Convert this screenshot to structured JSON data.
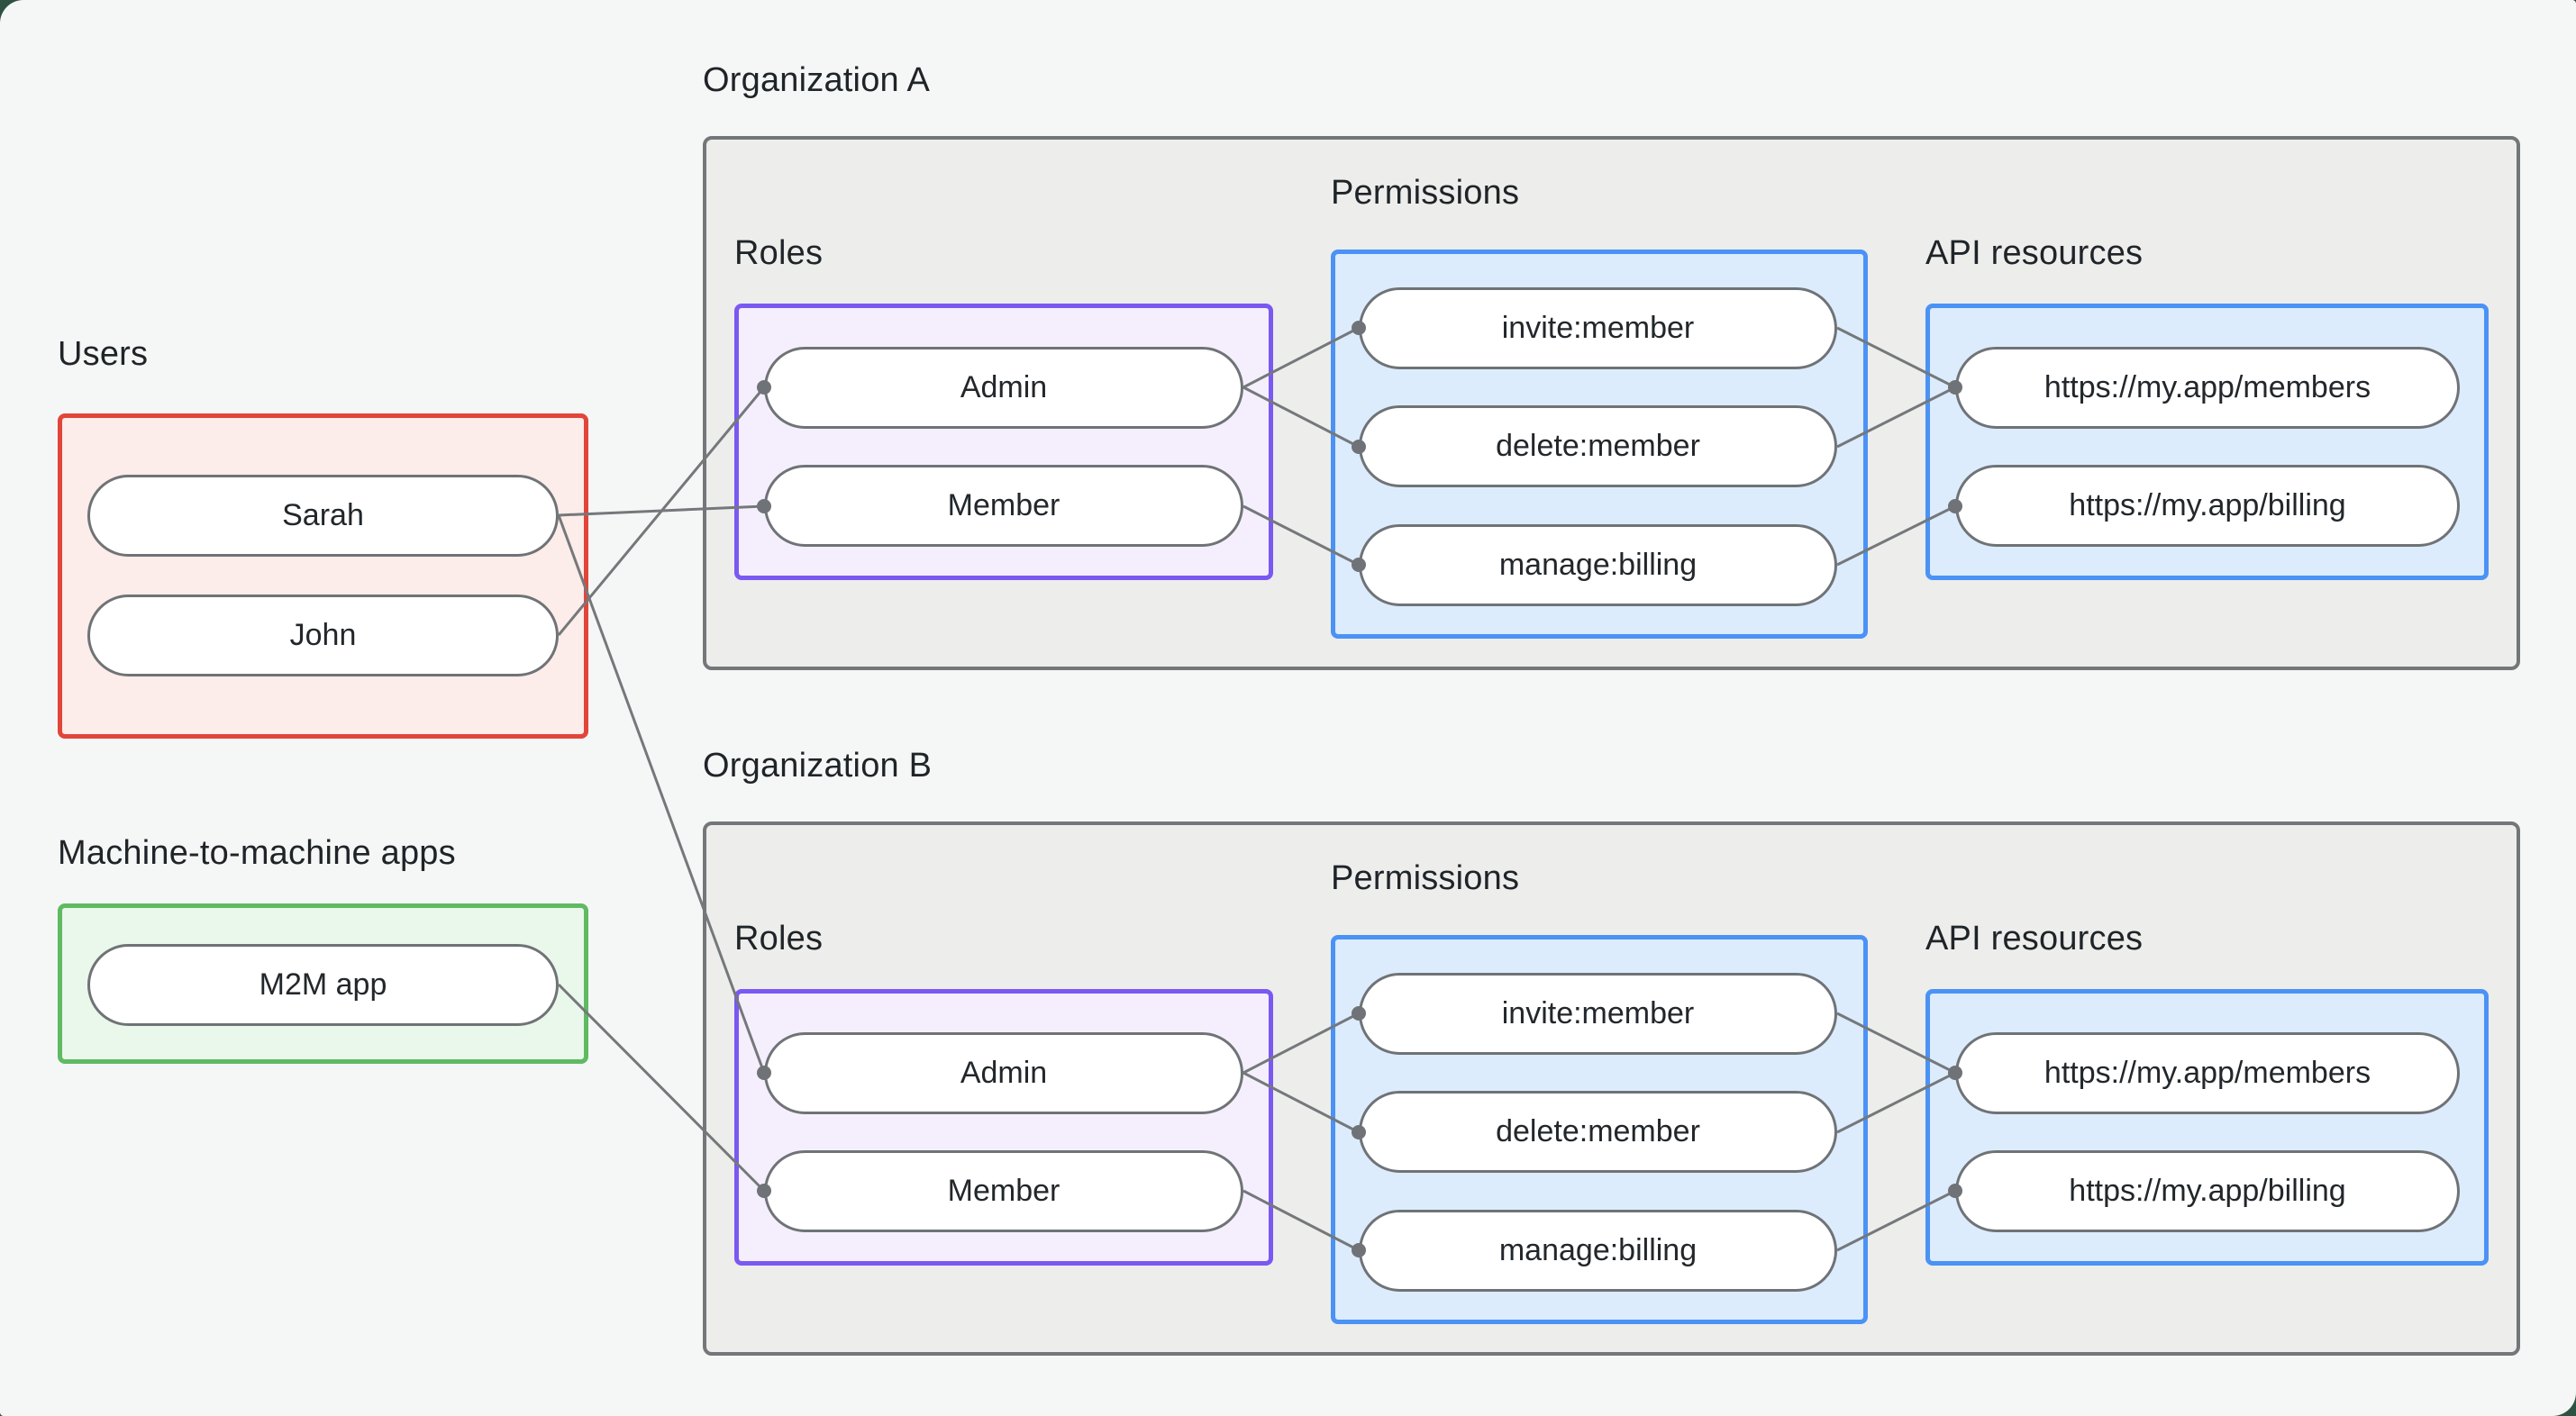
{
  "users_group": {
    "label": "Users",
    "items": [
      "Sarah",
      "John"
    ]
  },
  "m2m_group": {
    "label": "Machine-to-machine apps",
    "items": [
      "M2M app"
    ]
  },
  "org_a": {
    "label": "Organization A",
    "roles": {
      "label": "Roles",
      "items": [
        "Admin",
        "Member"
      ]
    },
    "permissions": {
      "label": "Permissions",
      "items": [
        "invite:member",
        "delete:member",
        "manage:billing"
      ]
    },
    "api_resources": {
      "label": "API resources",
      "items": [
        "https://my.app/members",
        "https://my.app/billing"
      ]
    }
  },
  "org_b": {
    "label": "Organization B",
    "roles": {
      "label": "Roles",
      "items": [
        "Admin",
        "Member"
      ]
    },
    "permissions": {
      "label": "Permissions",
      "items": [
        "invite:member",
        "delete:member",
        "manage:billing"
      ]
    },
    "api_resources": {
      "label": "API resources",
      "items": [
        "https://my.app/members",
        "https://my.app/billing"
      ]
    }
  },
  "edges": [
    {
      "from": "Sarah",
      "to": "Organization A / Member"
    },
    {
      "from": "John",
      "to": "Organization A / Admin"
    },
    {
      "from": "Sarah",
      "to": "Organization B / Admin"
    },
    {
      "from": "M2M app",
      "to": "Organization B / Member"
    },
    {
      "from": "Organization A / Admin",
      "to": "Organization A / invite:member"
    },
    {
      "from": "Organization A / Admin",
      "to": "Organization A / delete:member"
    },
    {
      "from": "Organization A / Member",
      "to": "Organization A / manage:billing"
    },
    {
      "from": "Organization A / invite:member",
      "to": "Organization A / https://my.app/members"
    },
    {
      "from": "Organization A / delete:member",
      "to": "Organization A / https://my.app/members"
    },
    {
      "from": "Organization A / manage:billing",
      "to": "Organization A / https://my.app/billing"
    },
    {
      "from": "Organization B / Admin",
      "to": "Organization B / invite:member"
    },
    {
      "from": "Organization B / Admin",
      "to": "Organization B / delete:member"
    },
    {
      "from": "Organization B / Member",
      "to": "Organization B / manage:billing"
    },
    {
      "from": "Organization B / invite:member",
      "to": "Organization B / https://my.app/members"
    },
    {
      "from": "Organization B / delete:member",
      "to": "Organization B / https://my.app/members"
    },
    {
      "from": "Organization B / manage:billing",
      "to": "Organization B / https://my.app/billing"
    }
  ],
  "colors": {
    "page_bg": "#f5f7f6",
    "org_fill": "#ededec",
    "org_border": "#73777a",
    "users_border": "#e2453a",
    "users_fill": "#fcecea",
    "m2m_border": "#5fba62",
    "m2m_fill": "#eaf7eb",
    "roles_border": "#7a59f2",
    "roles_fill": "#f5effd",
    "blue_border": "#4b92f5",
    "blue_fill": "#dcecfd",
    "wire": "#75787b"
  }
}
